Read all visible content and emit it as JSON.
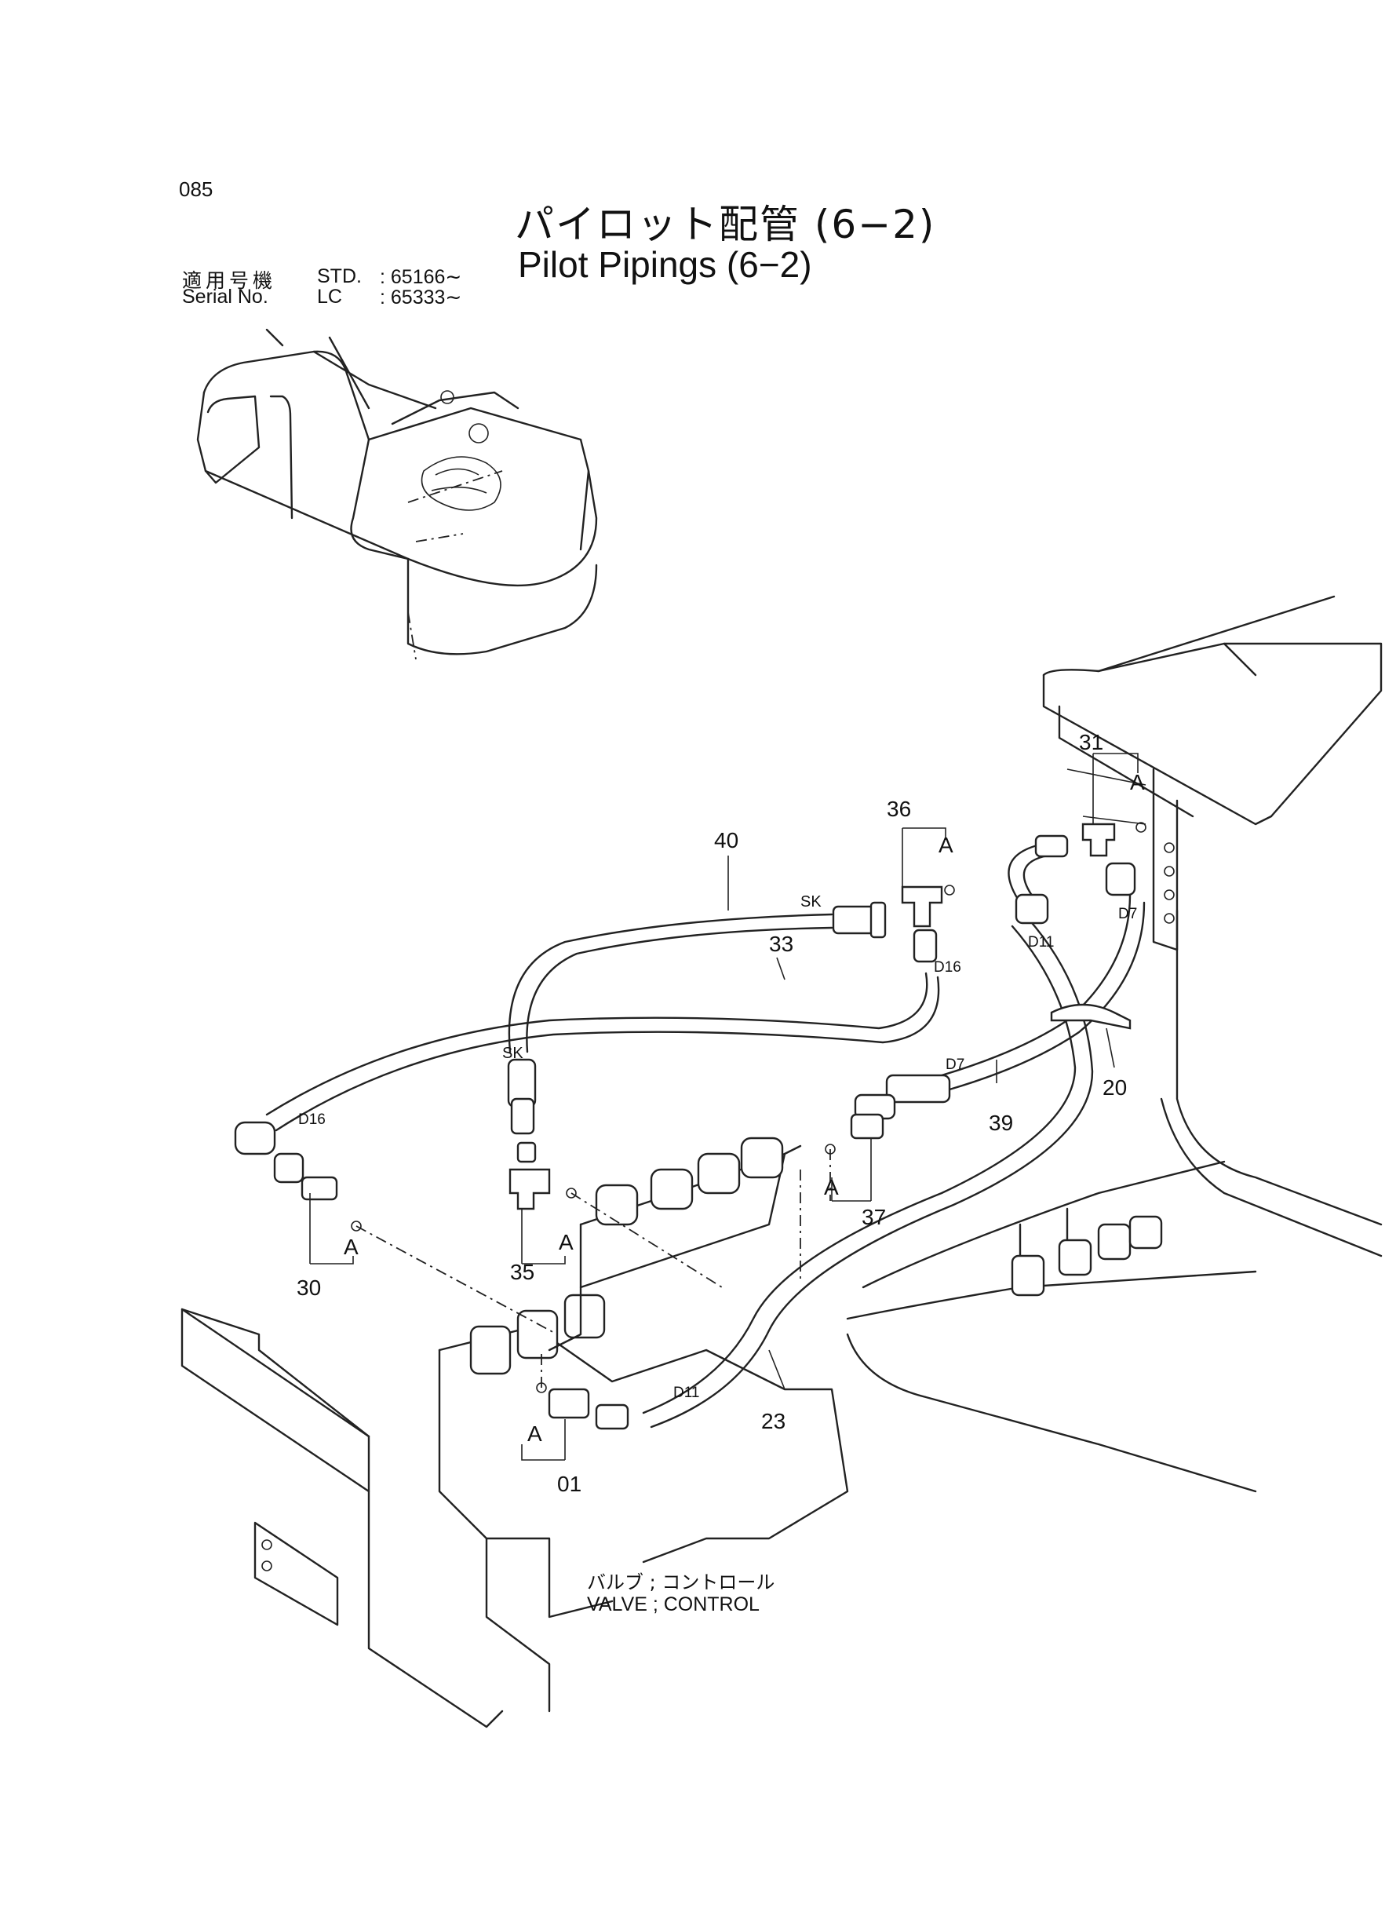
{
  "header": {
    "page_number": "085",
    "title_jp": "パイロット配管 (6−2)",
    "title_en": "Pilot Pipings (6−2)",
    "serial_label_jp": "適用号機",
    "serial_label_en": "Serial No.",
    "std_label": "STD.",
    "std_value": ": 65166∼",
    "lc_label": "LC",
    "lc_value": ": 65333∼"
  },
  "part_labels": {
    "p40": "40",
    "p36": "36",
    "p31": "31",
    "p33": "33",
    "p39": "39",
    "p20": "20",
    "p37": "37",
    "p30": "30",
    "p35": "35",
    "p01": "01",
    "p23": "23"
  },
  "callouts": {
    "sk1": "SK",
    "sk2": "SK",
    "d16a": "D16",
    "d16b": "D16",
    "d11a": "D11",
    "d11b": "D11",
    "d7a": "D7",
    "d7b": "D7",
    "a": "A"
  },
  "component": {
    "name_jp": "バルブ ; コントロール",
    "name_en": "VALVE ; CONTROL"
  }
}
